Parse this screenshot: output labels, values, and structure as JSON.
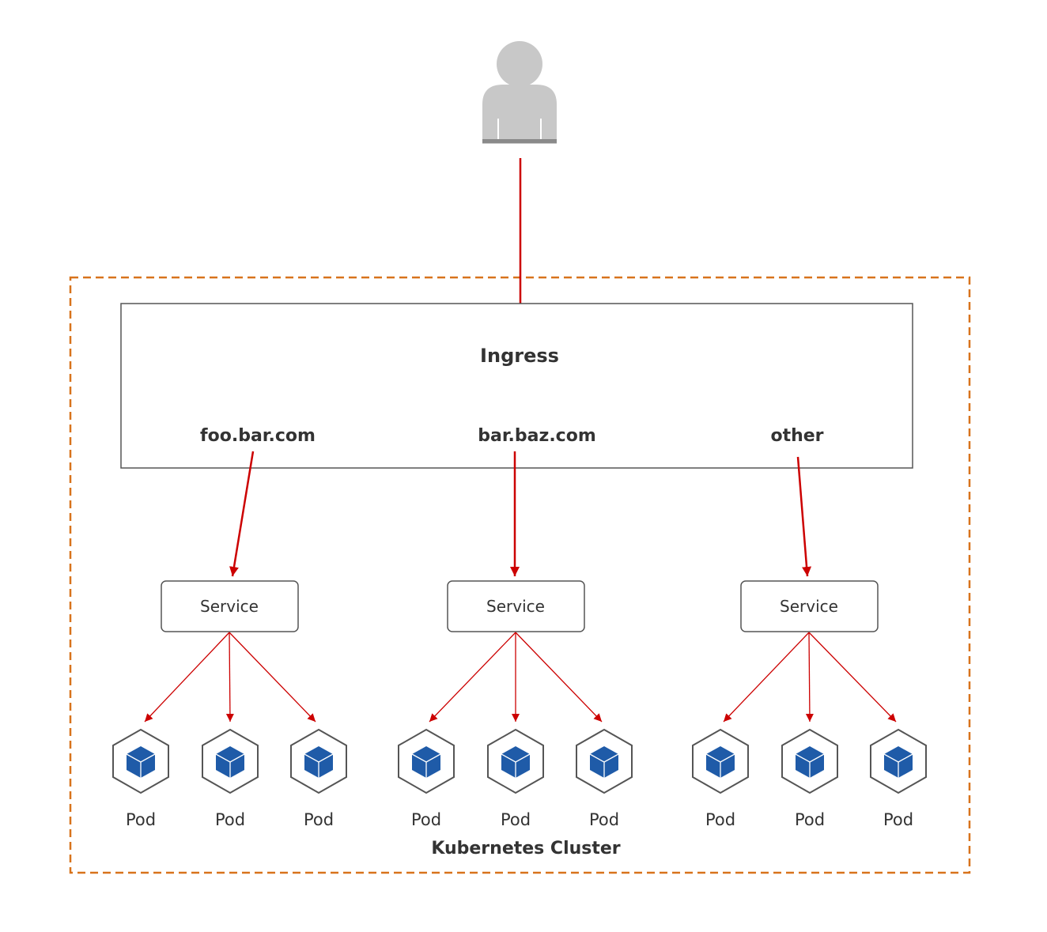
{
  "colors": {
    "arrow": "#cc0000",
    "cluster_border": "#d8731c",
    "box_border": "#555555",
    "pod_cube": "#1f5ba8",
    "user": "#c8c8c8"
  },
  "user": {
    "icon": "user-icon"
  },
  "ingress": {
    "title": "Ingress",
    "rules": [
      {
        "host": "foo.bar.com"
      },
      {
        "host": "bar.baz.com"
      },
      {
        "host": "other"
      }
    ]
  },
  "groups": [
    {
      "service_label": "Service",
      "pods": [
        "Pod",
        "Pod",
        "Pod"
      ]
    },
    {
      "service_label": "Service",
      "pods": [
        "Pod",
        "Pod",
        "Pod"
      ]
    },
    {
      "service_label": "Service",
      "pods": [
        "Pod",
        "Pod",
        "Pod"
      ]
    }
  ],
  "cluster": {
    "label": "Kubernetes Cluster"
  }
}
